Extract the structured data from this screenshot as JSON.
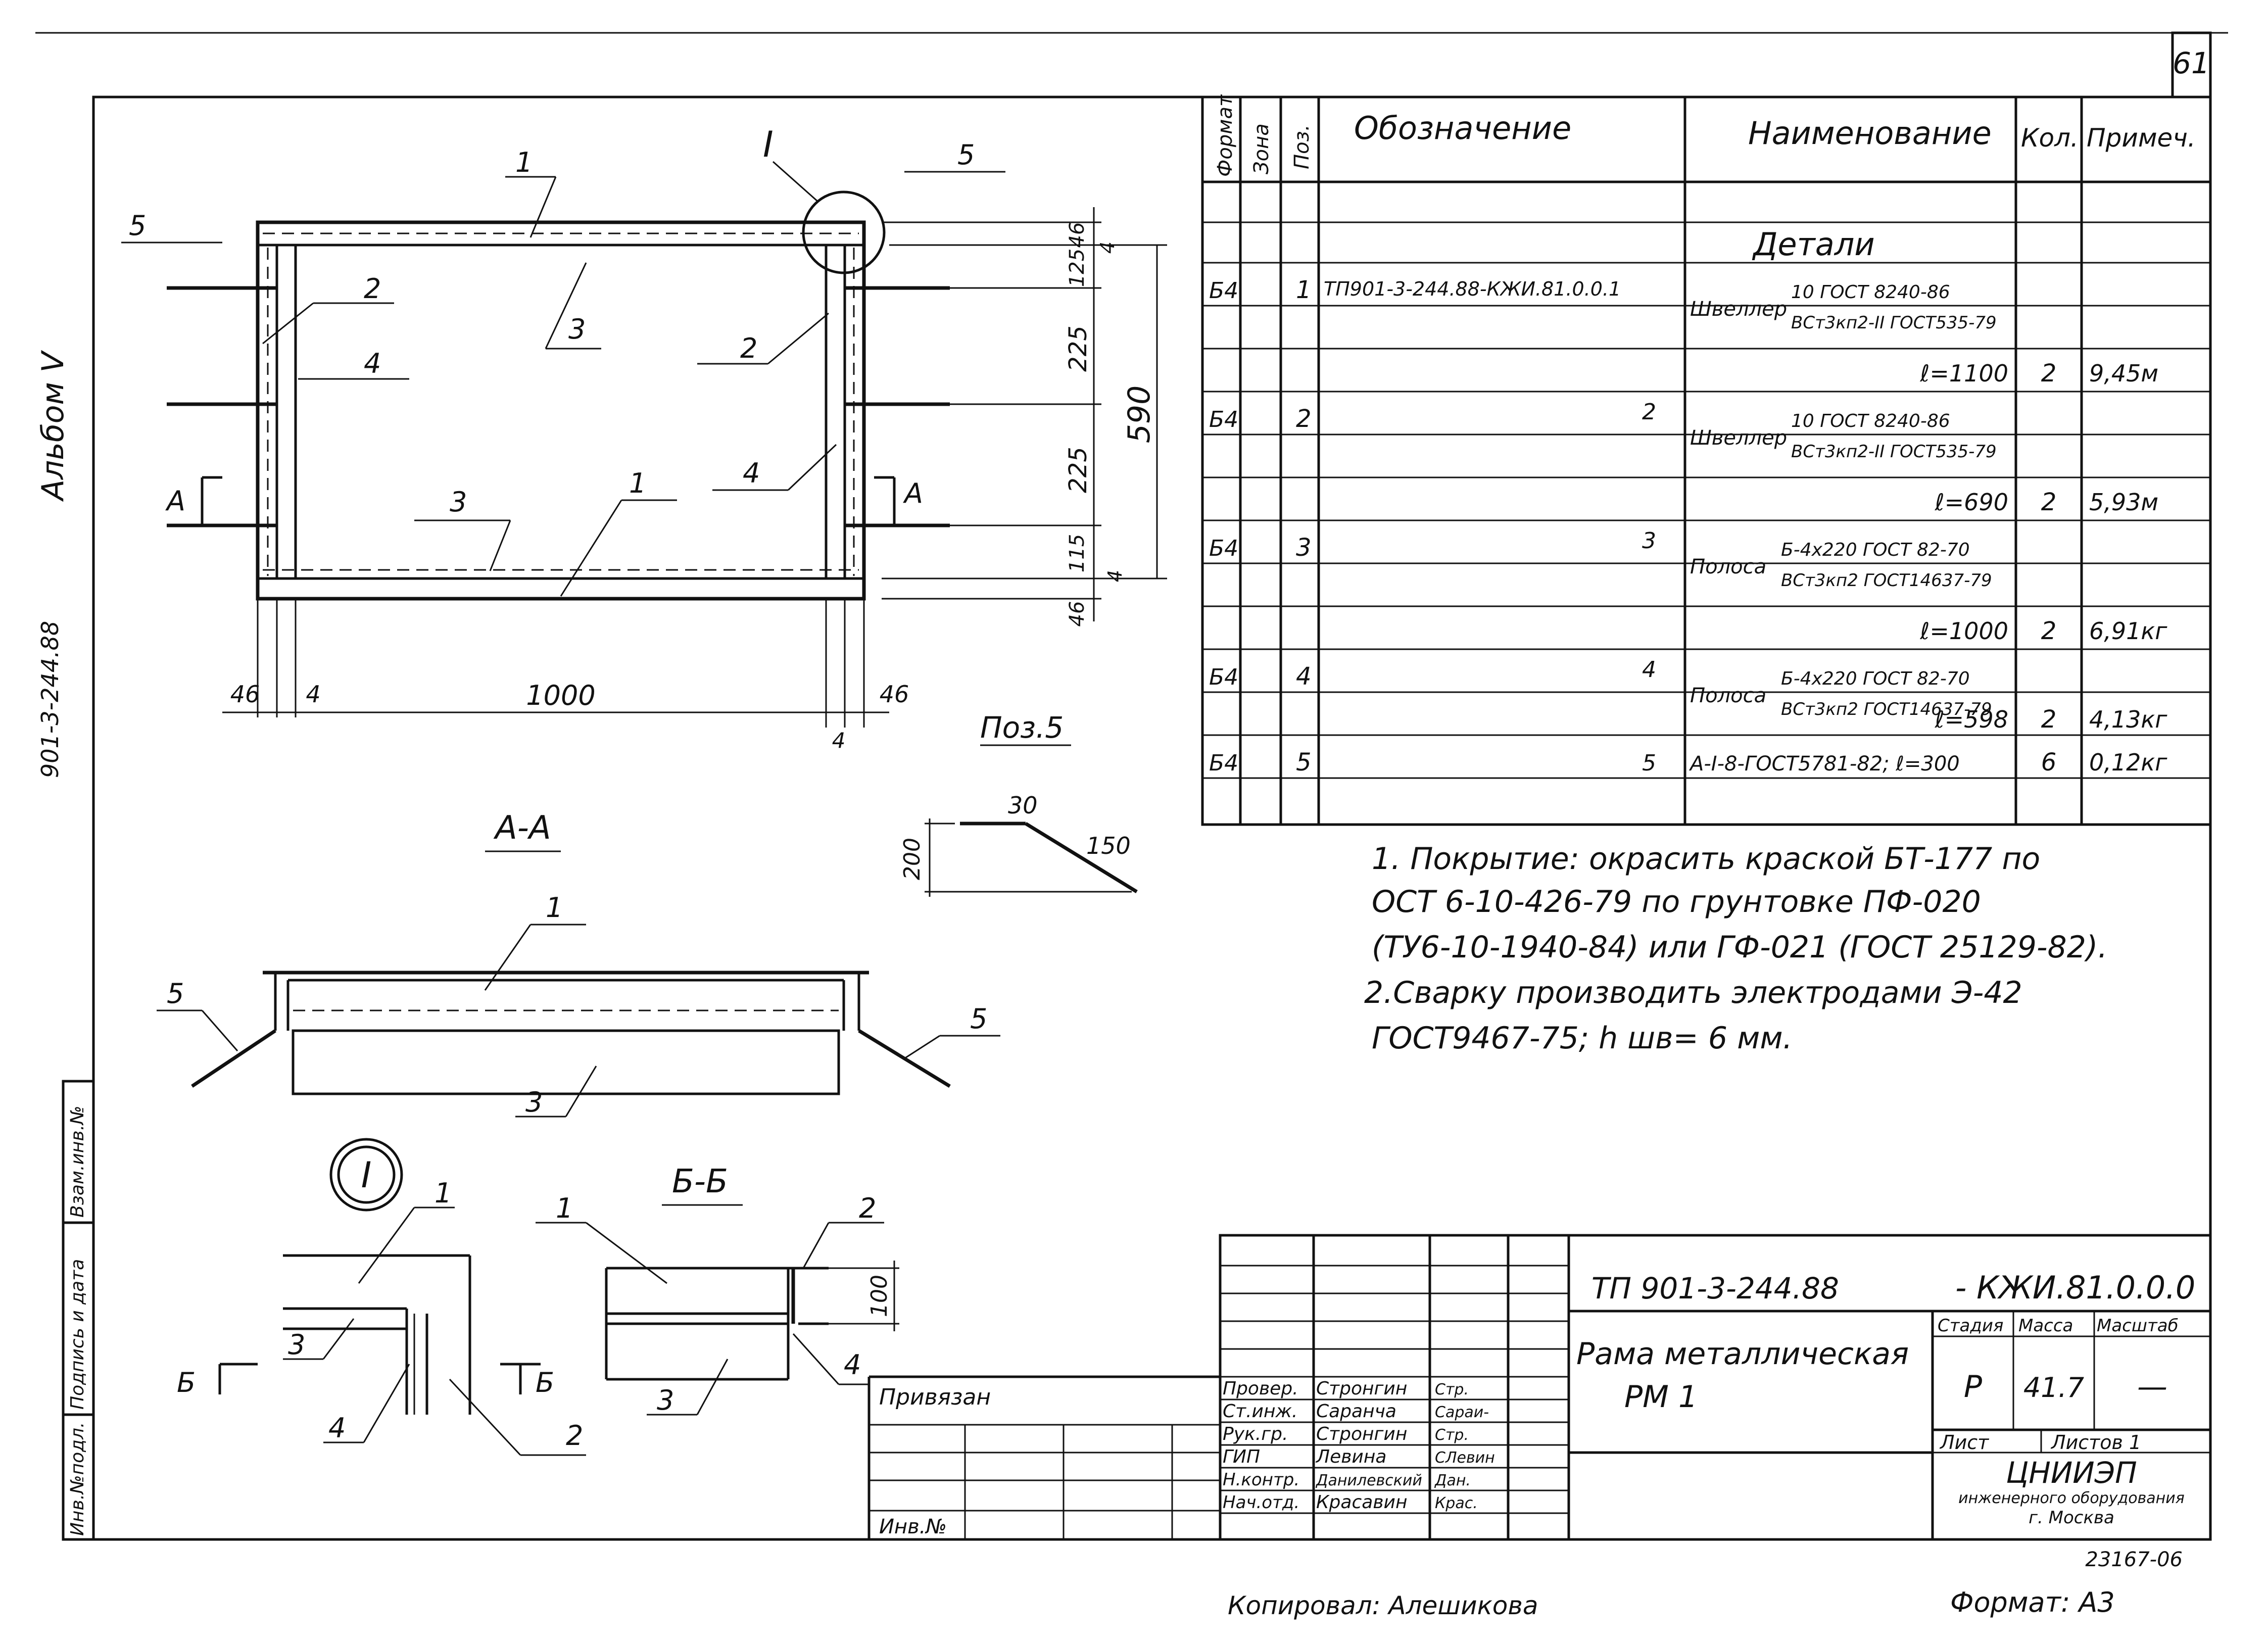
{
  "sheet_number": "61",
  "side": {
    "album": "Альбом V",
    "code": "901-3-244.88",
    "stamp": {
      "inv_podl": "Инв.№подл.",
      "sign_date": "Подпись и дата",
      "vzam": "Взам.инв.№"
    }
  },
  "drawing": {
    "main_view": {
      "dims": {
        "top_offset": "46",
        "gap1": "4",
        "d125": "125",
        "d225a": "225",
        "d225b": "225",
        "d115": "115",
        "gap2": "4",
        "bottom_offset": "46",
        "total_h": "590",
        "left46": "46",
        "left4": "4",
        "width": "1000",
        "right46": "46",
        "right4": "4"
      },
      "callouts": {
        "c1a": "1",
        "c1b": "1",
        "c2a": "2",
        "c2b": "2",
        "c3a": "3",
        "c3b": "3",
        "c4a": "4",
        "c4b": "4",
        "c5a": "5",
        "c5b": "5",
        "detail": "I"
      },
      "section_mark_left": "А",
      "section_mark_right": "А"
    },
    "poz5": {
      "title": "Поз.5",
      "d30": "30",
      "d150": "150",
      "d200": "200"
    },
    "section_aa": {
      "title": "А-А",
      "c1": "1",
      "c3": "3",
      "c5a": "5",
      "c5b": "5"
    },
    "detail_I": {
      "label": "I",
      "c1": "1",
      "c2": "2",
      "c3": "3",
      "c4": "4",
      "markL": "Б",
      "markR": "Б"
    },
    "section_bb": {
      "title": "Б-Б",
      "c1": "1",
      "c2": "2",
      "c3": "3",
      "c4": "4",
      "d100": "100"
    }
  },
  "spec_table": {
    "headers": {
      "format": "Формат",
      "zone": "Зона",
      "pos": "Поз.",
      "designation": "Обозначение",
      "name": "Наименование",
      "qty": "Кол.",
      "note": "Примеч."
    },
    "section_title": "Детали",
    "rows": [
      {
        "format": "Б4",
        "pos": "1",
        "designation": "ТП901-3-244.88-КЖИ.81.0.0.1",
        "name_prefix": "Швеллер",
        "name_top": "10 ГОСТ 8240-86",
        "name_bottom": "ВСт3кп2-II ГОСТ535-79",
        "length": "ℓ=1100",
        "qty": "2",
        "note": "9,45м"
      },
      {
        "format": "Б4",
        "pos": "2",
        "designation": "2",
        "name_prefix": "Швеллер",
        "name_top": "10 ГОСТ 8240-86",
        "name_bottom": "ВСт3кп2-II ГОСТ535-79",
        "length": "ℓ=690",
        "qty": "2",
        "note": "5,93м"
      },
      {
        "format": "Б4",
        "pos": "3",
        "designation": "3",
        "name_prefix": "Полоса",
        "name_top": "Б-4х220 ГОСТ 82-70",
        "name_bottom": "ВСт3кп2 ГОСТ14637-79",
        "length": "ℓ=1000",
        "qty": "2",
        "note": "6,91кг"
      },
      {
        "format": "Б4",
        "pos": "4",
        "designation": "4",
        "name_prefix": "Полоса",
        "name_top": "Б-4х220 ГОСТ 82-70",
        "name_bottom": "ВСт3кп2 ГОСТ14637-79",
        "length": "ℓ=598",
        "qty": "2",
        "note": "4,13кг"
      },
      {
        "format": "Б4",
        "pos": "5",
        "designation": "5",
        "name_single": "А-I-8-ГОСТ5781-82; ℓ=300",
        "qty": "6",
        "note": "0,12кг"
      }
    ]
  },
  "notes": [
    "1. Покрытие: окрасить краской БТ-177 по",
    "ОСТ 6-10-426-79 по грунтовке ПФ-020",
    "(ТУ6-10-1940-84) или ГФ-021 (ГОСТ 25129-82).",
    "2.Сварку производить электродами Э-42",
    "ГОСТ9467-75; h шв= 6 мм."
  ],
  "title_block": {
    "code": "ТП 901-3-244.88",
    "code_suffix": "- КЖИ.81.0.0.0",
    "title_line1": "Рама металлическая",
    "title_line2": "РМ 1",
    "privyazan": "Привязан",
    "inv_no": "Инв.№",
    "stage_label": "Стадия",
    "mass_label": "Масса",
    "scale_label": "Масштаб",
    "stage": "Р",
    "mass": "41.7",
    "scale": "—",
    "sheet_label": "Лист",
    "sheets_label": "Листов 1",
    "org1": "ЦНИИЭП",
    "org2": "инженерного оборудования",
    "org3": "г. Москва",
    "people": [
      {
        "role": "Провер.",
        "name": "Стронгин",
        "sig": "Стр."
      },
      {
        "role": "Ст.инж.",
        "name": "Саранча",
        "sig": "Сараи-"
      },
      {
        "role": "Рук.гр.",
        "name": "Стронгин",
        "sig": "Стр."
      },
      {
        "role": "ГИП",
        "name": "Левина",
        "sig": "СЛевин"
      },
      {
        "role": "Н.контр.",
        "name": "Данилевский",
        "sig": "Дан."
      },
      {
        "role": "Нач.отд.",
        "name": "Красавин",
        "sig": "Крас."
      }
    ]
  },
  "footer": {
    "copied": "Копировал: Алешикова",
    "format": "Формат: А3",
    "serial": "23167-06"
  }
}
